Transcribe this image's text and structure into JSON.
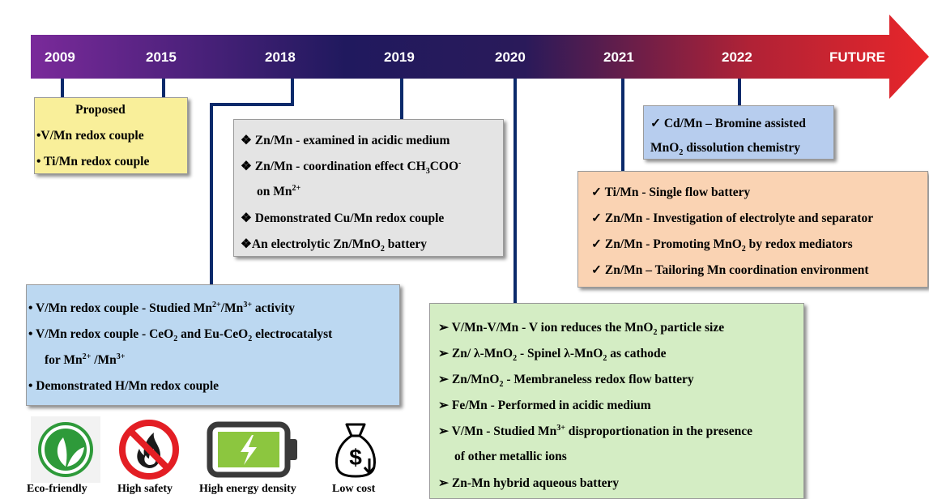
{
  "timeline": {
    "years": [
      "2009",
      "2015",
      "2018",
      "2019",
      "2020",
      "2021",
      "2022",
      "FUTURE"
    ],
    "colors": {
      "start": "#7a2a9a",
      "mid": "#1f1a5e",
      "end": "#e8262a"
    }
  },
  "box_2009": {
    "title": "Proposed",
    "lines": [
      "•V/Mn redox couple",
      "• Ti/Mn redox couple"
    ]
  },
  "box_2018": {
    "l1": "• V/Mn redox couple - Studied Mn",
    "l1_sup1": "2+",
    "l1_mid": "/Mn",
    "l1_sup2": "3+",
    "l1_end": " activity",
    "l2_a": "• V/Mn redox couple - CeO",
    "l2_sub1": "2",
    "l2_b": " and Eu-CeO",
    "l2_sub2": "2",
    "l2_c": " electrocatalyst",
    "l3_a": "for Mn",
    "l3_sup1": "2+",
    "l3_b": " /Mn",
    "l3_sup2": "3+",
    "l4": "• Demonstrated H/Mn redox couple"
  },
  "box_2019": {
    "l1": "❖ Zn/Mn - examined in acidic medium",
    "l2_a": "❖ Zn/Mn - coordination effect CH",
    "l2_sub1": "3",
    "l2_b": "COO",
    "l2_sup": "-",
    "l3_a": "on Mn",
    "l3_sup": "2+",
    "l4": "❖ Demonstrated Cu/Mn redox couple",
    "l5_a": "❖An electrolytic Zn/MnO",
    "l5_sub": "2",
    "l5_b": " battery"
  },
  "box_2020": {
    "l1_a": "➢ V/Mn-V/Mn - V ion reduces the MnO",
    "l1_sub": "2",
    "l1_b": " particle size",
    "l2_a": "➢ Zn/ λ-MnO",
    "l2_sub1": "2",
    "l2_b": " - Spinel λ-MnO",
    "l2_sub2": "2",
    "l2_c": " as cathode",
    "l3_a": "➢ Zn/MnO",
    "l3_sub": "2",
    "l3_b": " -  Membraneless redox flow battery",
    "l4": "➢ Fe/Mn - Performed in acidic medium",
    "l5_a": "➢ V/Mn - Studied Mn",
    "l5_sup": "3+",
    "l5_b": " disproportionation in the presence",
    "l6": "of other metallic ions",
    "l7": "➢  Zn-Mn hybrid aqueous battery"
  },
  "box_2021": {
    "l1": "✓ Ti/Mn - Single flow battery",
    "l2": "✓ Zn/Mn - Investigation of electrolyte and separator",
    "l3_a": "✓ Zn/Mn - Promoting MnO",
    "l3_sub": "2",
    "l3_b": " by redox mediators",
    "l4": "✓ Zn/Mn – Tailoring Mn coordination environment"
  },
  "box_2022": {
    "l1": "✓ Cd/Mn   –   Bromine   assisted",
    "l2_a": "MnO",
    "l2_sub": "2",
    "l2_b": " dissolution chemistry"
  },
  "icons": {
    "eco": {
      "label": "Eco-friendly",
      "icon": "leaf-icon",
      "color": "#2e9a3a"
    },
    "safety": {
      "label": "High safety",
      "icon": "no-fire-icon",
      "color": "#e31e24"
    },
    "energy": {
      "label": "High energy density",
      "icon": "battery-icon",
      "color": "#8cc63f"
    },
    "cost": {
      "label": "Low cost",
      "icon": "money-bag-icon",
      "color": "#000000"
    }
  }
}
